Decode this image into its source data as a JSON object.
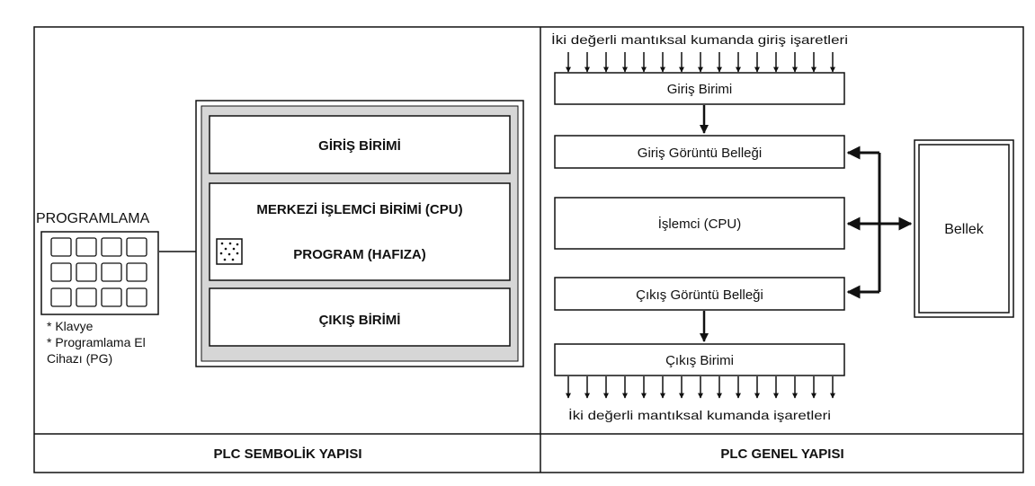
{
  "left": {
    "programming_title": "PROGRAMLAMA",
    "input_unit": "GİRİŞ BİRİMİ",
    "cpu": "MERKEZİ İŞLEMCİ BİRİMİ (CPU)",
    "program_memory": "PROGRAM (HAFIZA)",
    "output_unit": "ÇIKIŞ BİRİMİ",
    "notes": [
      "* Klavye",
      "* Programlama El",
      "Cihazı (PG)"
    ],
    "footer": "PLC SEMBOLİK YAPISI"
  },
  "right": {
    "input_signals": "İki değerli mantıksal kumanda giriş işaretleri",
    "input_unit": "Giriş Birimi",
    "input_image": "Giriş Görüntü Belleği",
    "processor": "İşlemci (CPU)",
    "output_image": "Çıkış Görüntü Belleği",
    "output_unit": "Çıkış Birimi",
    "output_signals": "İki değerli mantıksal kumanda işaretleri",
    "memory": "Bellek",
    "footer": "PLC GENEL YAPISI"
  }
}
